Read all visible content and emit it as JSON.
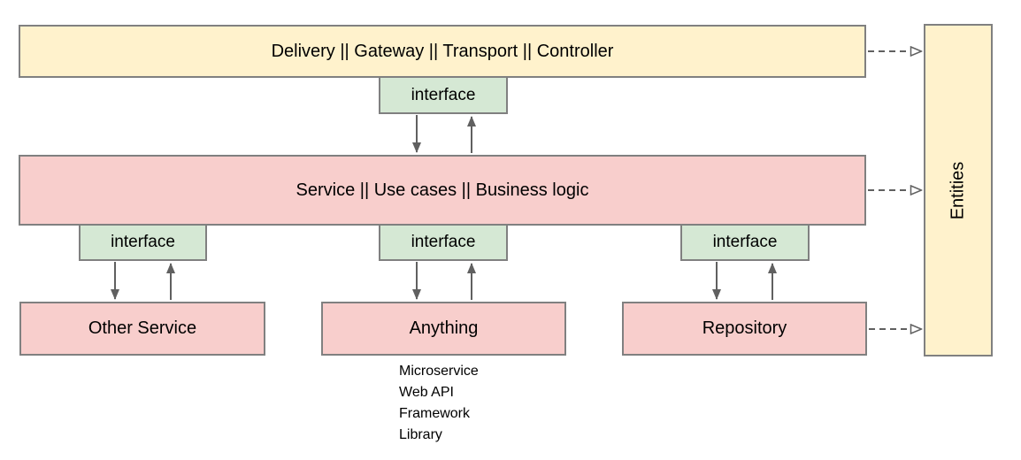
{
  "nodes": {
    "delivery": {
      "label": "Delivery || Gateway || Transport || Controller",
      "fill": "#fff2cc"
    },
    "interface_top": {
      "label": "interface",
      "fill": "#d5e8d4"
    },
    "service": {
      "label": "Service || Use cases || Business logic",
      "fill": "#f8cecc"
    },
    "interface_left": {
      "label": "interface",
      "fill": "#d5e8d4"
    },
    "interface_mid": {
      "label": "interface",
      "fill": "#d5e8d4"
    },
    "interface_right": {
      "label": "interface",
      "fill": "#d5e8d4"
    },
    "other_service": {
      "label": "Other Service",
      "fill": "#f8cecc"
    },
    "anything": {
      "label": "Anything",
      "fill": "#f8cecc"
    },
    "repository": {
      "label": "Repository",
      "fill": "#f8cecc"
    },
    "entities": {
      "label": "Entities",
      "fill": "#fff2cc"
    }
  },
  "annotations": {
    "anything_examples": [
      "Microservice",
      "Web API",
      "Framework",
      "Library"
    ]
  },
  "colors": {
    "node_yellow": "#fff2cc",
    "node_green": "#d5e8d4",
    "node_pink": "#f8cecc",
    "node_border": "#808080",
    "arrow_gray": "#606060",
    "text": "#000000",
    "background": "#ffffff"
  }
}
